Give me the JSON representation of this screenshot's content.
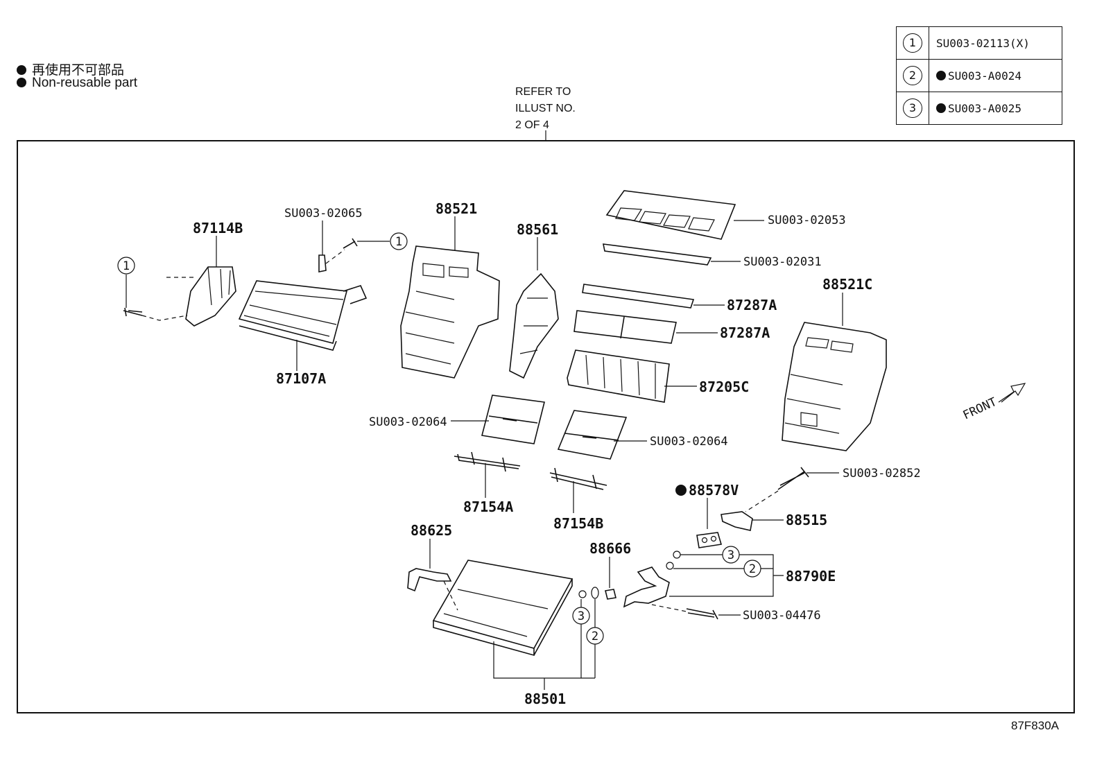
{
  "legend": {
    "jp": "再使用不可部品",
    "en": "Non-reusable part"
  },
  "refer": {
    "line1": "REFER TO",
    "line2": "ILLUST NO.",
    "line3": "2 OF 4"
  },
  "key_table": [
    {
      "num": "1",
      "code": "SU003-02113(X)",
      "non_reusable": false
    },
    {
      "num": "2",
      "code": "SU003-A0024",
      "non_reusable": true
    },
    {
      "num": "3",
      "code": "SU003-A0025",
      "non_reusable": true
    }
  ],
  "labels": {
    "p87114B": "87114B",
    "p87107A": "87107A",
    "su02065": "SU003-02065",
    "p88521": "88521",
    "p88561": "88561",
    "su02053": "SU003-02053",
    "su02031": "SU003-02031",
    "p87287A_1": "87287A",
    "p87287A_2": "87287A",
    "p87205C": "87205C",
    "p88521C": "88521C",
    "front": "FRONT",
    "su02064_1": "SU003-02064",
    "su02064_2": "SU003-02064",
    "p87154A": "87154A",
    "p87154B": "87154B",
    "su02852": "SU003-02852",
    "p88578V": "88578V",
    "p88515": "88515",
    "p88625": "88625",
    "p88666": "88666",
    "p88790E": "88790E",
    "su04476": "SU003-04476",
    "p88501": "88501",
    "c1a": "1",
    "c1b": "1",
    "c3a": "3",
    "c2a": "2",
    "c3b": "3",
    "c2b": "2"
  },
  "figure_id": "87F830A"
}
